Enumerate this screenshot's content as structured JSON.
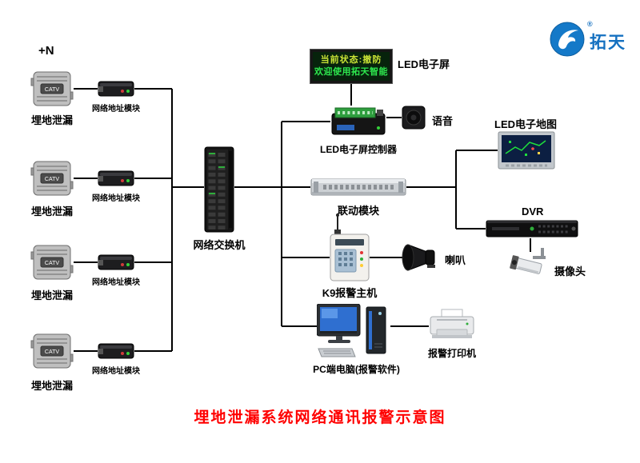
{
  "page": {
    "title": "埋地泄漏系统网络通讯报警示意图",
    "plus_n": "+N"
  },
  "logo": {
    "brand": "拓天",
    "registered": "®"
  },
  "led_screen": {
    "line1": "当前状态:撤防",
    "line2": "欢迎使用拓天智能"
  },
  "labels": {
    "leak": "埋地泄漏",
    "module": "网络地址模块",
    "switch": "网络交换机",
    "led_screen": "LED电子屏",
    "controller": "LED电子屏控制器",
    "voice": "语音",
    "linkage": "联动模块",
    "led_map": "LED电子地图",
    "dvr": "DVR",
    "camera": "摄像头",
    "k9": "K9报警主机",
    "horn": "喇叭",
    "pc": "PC端电脑(报警软件)",
    "printer": "报警打印机",
    "catv": "CATV"
  },
  "colors": {
    "title_red": "#ff0000",
    "logo_blue": "#1470c0",
    "led_text_green": "#2ee84e",
    "led_text_yellow": "#cbe436",
    "wire": "#000000"
  }
}
